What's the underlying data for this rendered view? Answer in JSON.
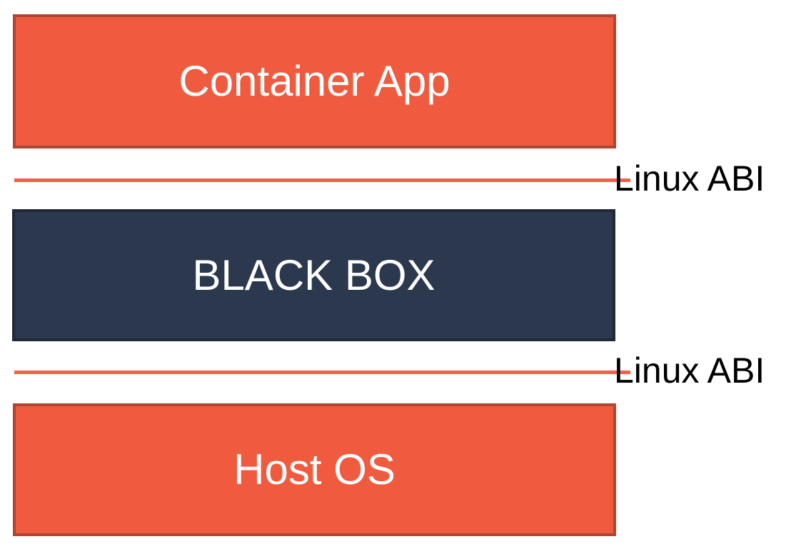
{
  "diagram": {
    "description": "Container architecture layer diagram",
    "background_color": "#FFFFFF",
    "layers": [
      {
        "id": "container-app",
        "label": "Container App",
        "fill": "#F05B40",
        "border": "#B04531",
        "text_color": "#FFFFFF"
      },
      {
        "id": "black-box",
        "label": "BLACK BOX",
        "fill": "#2B384D",
        "border": "#1F2939",
        "text_color": "#FFFFFF"
      },
      {
        "id": "host-os",
        "label": "Host OS",
        "fill": "#F05B40",
        "border": "#B04531",
        "text_color": "#FFFFFF"
      }
    ],
    "interfaces": [
      {
        "id": "linux-abi-upper",
        "label": "Linux ABI",
        "line_color": "#F0604A",
        "text_color": "#000000"
      },
      {
        "id": "linux-abi-lower",
        "label": "Linux ABI",
        "line_color": "#F0604A",
        "text_color": "#000000"
      }
    ]
  }
}
